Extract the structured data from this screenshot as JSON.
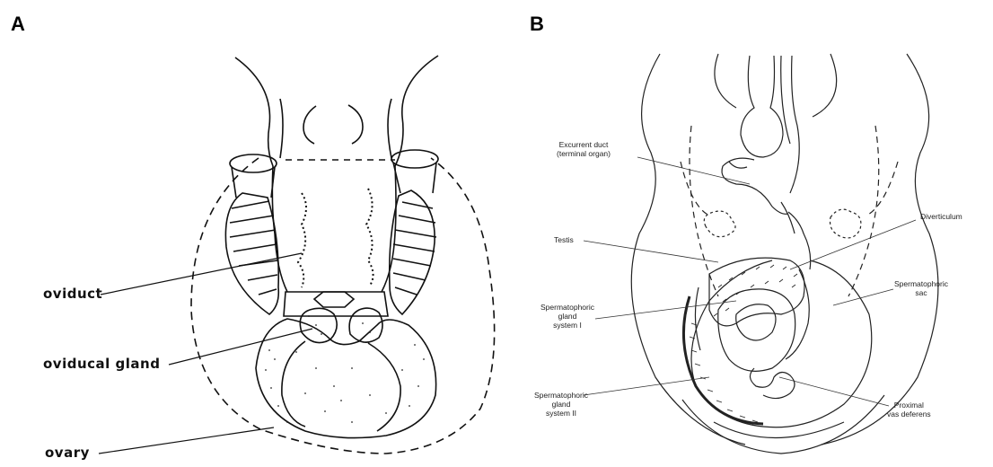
{
  "panels": {
    "a": {
      "letter": "A",
      "labels": {
        "oviduct": "oviduct",
        "oviducal_gland": "oviducal gland",
        "ovary": "ovary"
      }
    },
    "b": {
      "letter": "B",
      "labels": {
        "excurrent_duct_1": "Excurrent duct",
        "excurrent_duct_2": "(terminal organ)",
        "diverticulum": "Diverticulum",
        "testis": "Testis",
        "spermatophoric_sac_1": "Spermatophoric",
        "spermatophoric_sac_2": "sac",
        "gland_1_line1": "Spermatophoric",
        "gland_1_line2": "gland",
        "gland_1_line3": "system I",
        "gland_2_line1": "Spermatophoric",
        "gland_2_line2": "gland",
        "gland_2_line3": "system II",
        "proximal_vd_1": "Proximal",
        "proximal_vd_2": "vas deferens"
      }
    }
  }
}
